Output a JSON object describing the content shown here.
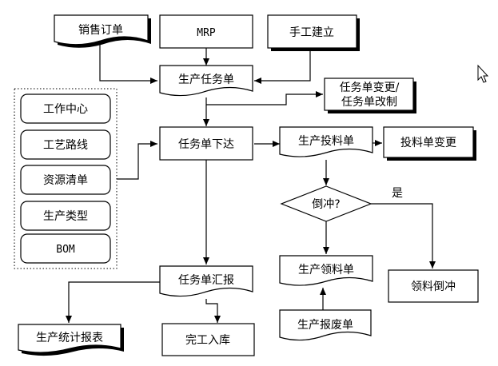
{
  "nodes": {
    "sales_order": "销售订单",
    "mrp": "MRP",
    "manual_create": "手工建立",
    "production_task": "生产任务单",
    "task_change_1": "任务单变更/",
    "task_change_2": "任务单改制",
    "work_center": "工作中心",
    "routing": "工艺路线",
    "resource_list": "资源清单",
    "production_type": "生产类型",
    "bom": "BOM",
    "task_release": "任务单下达",
    "production_feed": "生产投料单",
    "feed_change": "投料单变更",
    "backflush_q": "倒冲?",
    "yes": "是",
    "production_pick": "生产领料单",
    "pick_backflush": "领料倒冲",
    "task_report": "任务单汇报",
    "production_stats": "生产统计报表",
    "finish_stock_in": "完工入库",
    "production_scrap": "生产报废单"
  }
}
